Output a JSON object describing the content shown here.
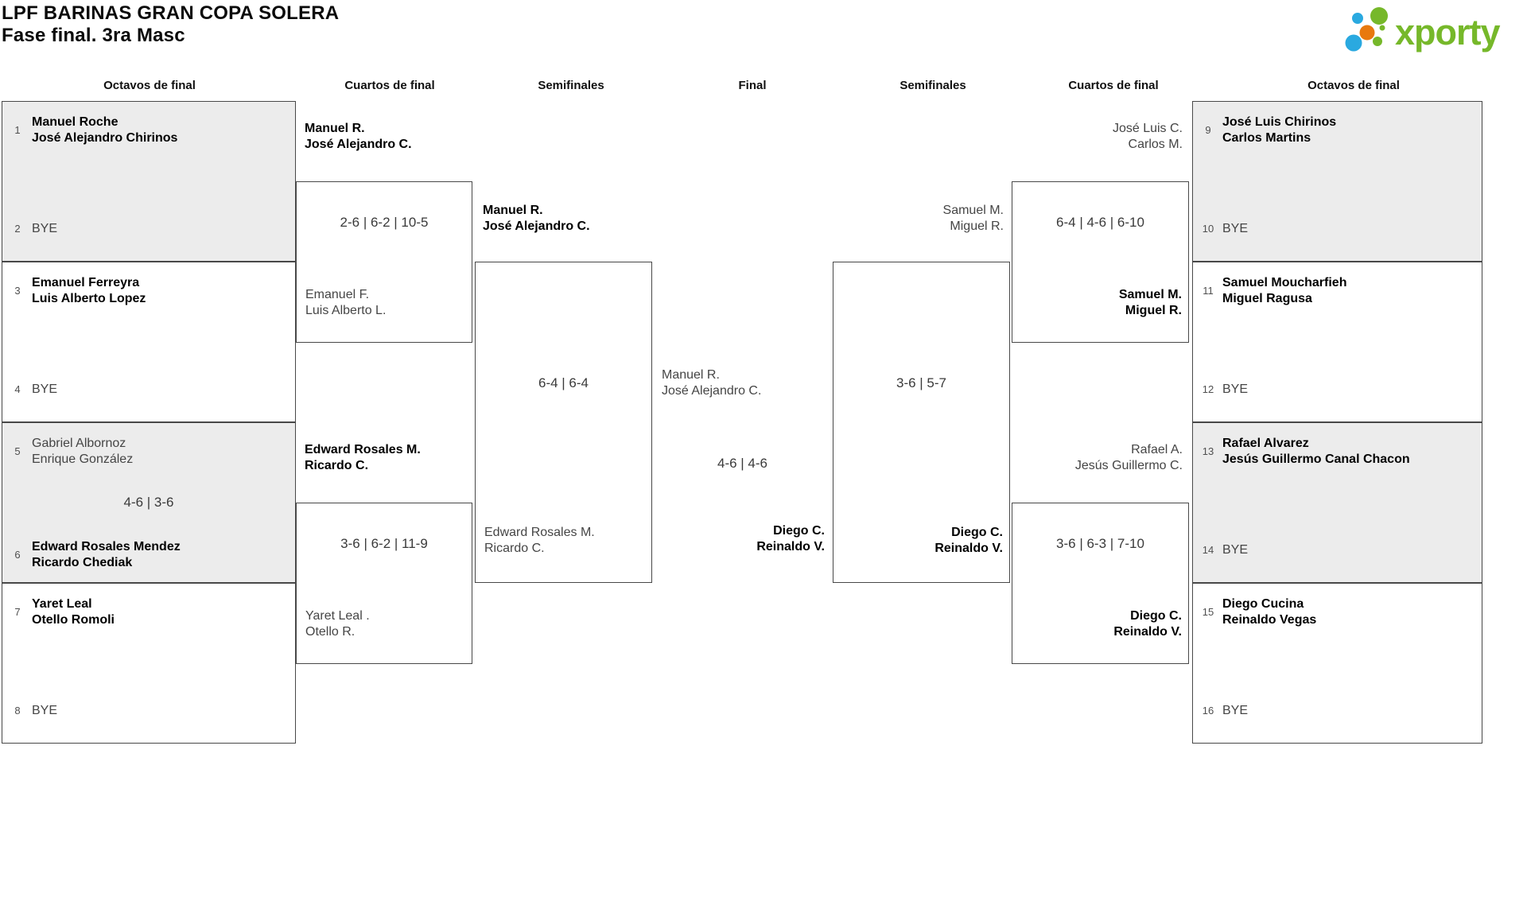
{
  "header": {
    "title": "LPF BARINAS GRAN COPA SOLERA",
    "subtitle": "Fase final. 3ra Masc"
  },
  "logo": {
    "brand": "xporty"
  },
  "round_headers": [
    "Octavos de final",
    "Cuartos de final",
    "Semifinales",
    "Final",
    "Semifinales",
    "Cuartos de final",
    "Octavos de final"
  ],
  "octavos_left": [
    {
      "top": {
        "seed": "1",
        "p1": "Manuel Roche",
        "p2": "José Alejandro Chirinos"
      },
      "bottom": {
        "seed": "2",
        "p1": "BYE"
      }
    },
    {
      "top": {
        "seed": "3",
        "p1": "Emanuel Ferreyra",
        "p2": "Luis Alberto Lopez"
      },
      "bottom": {
        "seed": "4",
        "p1": "BYE"
      }
    },
    {
      "top": {
        "seed": "5",
        "p1": "Gabriel Albornoz",
        "p2": "Enrique González"
      },
      "score": "4-6 | 3-6",
      "bottom": {
        "seed": "6",
        "p1": "Edward Rosales Mendez",
        "p2": "Ricardo Chediak"
      }
    },
    {
      "top": {
        "seed": "7",
        "p1": "Yaret Leal",
        "p2": "Otello Romoli"
      },
      "bottom": {
        "seed": "8",
        "p1": "BYE"
      }
    }
  ],
  "cuartos_left": [
    {
      "winner": {
        "p1": "Manuel R.",
        "p2": "José Alejandro C."
      },
      "score": "2-6 | 6-2 | 10-5",
      "loser": {
        "p1": "Emanuel F.",
        "p2": "Luis Alberto L."
      }
    },
    {
      "winner": {
        "p1": "Edward Rosales M.",
        "p2": "Ricardo C."
      },
      "score": "3-6 | 6-2 | 11-9",
      "loser": {
        "p1": "Yaret Leal .",
        "p2": "Otello R."
      }
    }
  ],
  "semifinal_left": {
    "winner": {
      "p1": "Manuel R.",
      "p2": "José Alejandro C."
    },
    "score": "6-4 | 6-4",
    "loser": {
      "p1": "Edward Rosales M.",
      "p2": "Ricardo C."
    }
  },
  "final": {
    "runner_up": {
      "p1": "Manuel R.",
      "p2": "José Alejandro C."
    },
    "score": "4-6 | 4-6",
    "champion": {
      "p1": "Diego C.",
      "p2": "Reinaldo V."
    }
  },
  "semifinal_right": {
    "loser": {
      "p1": "Samuel M.",
      "p2": "Miguel R."
    },
    "score": "3-6 | 5-7",
    "winner": {
      "p1": "Diego C.",
      "p2": "Reinaldo V."
    }
  },
  "cuartos_right": [
    {
      "loser": {
        "p1": "José Luis C.",
        "p2": "Carlos M."
      },
      "score": "6-4 | 4-6 | 6-10",
      "winner": {
        "p1": "Samuel M.",
        "p2": "Miguel R."
      }
    },
    {
      "loser": {
        "p1": "Rafael A.",
        "p2": "Jesús Guillermo C."
      },
      "score": "3-6 | 6-3 | 7-10",
      "winner": {
        "p1": "Diego C.",
        "p2": "Reinaldo V."
      }
    }
  ],
  "octavos_right": [
    {
      "top": {
        "seed": "9",
        "p1": "José Luis Chirinos",
        "p2": "Carlos Martins"
      },
      "bottom": {
        "seed": "10",
        "p1": "BYE"
      }
    },
    {
      "top": {
        "seed": "11",
        "p1": "Samuel Moucharfieh",
        "p2": "Miguel Ragusa"
      },
      "bottom": {
        "seed": "12",
        "p1": "BYE"
      }
    },
    {
      "top": {
        "seed": "13",
        "p1": "Rafael Alvarez",
        "p2": "Jesús Guillermo Canal Chacon"
      },
      "bottom": {
        "seed": "14",
        "p1": "BYE"
      }
    },
    {
      "top": {
        "seed": "15",
        "p1": "Diego Cucina",
        "p2": "Reinaldo Vegas"
      },
      "bottom": {
        "seed": "16",
        "p1": "BYE"
      }
    }
  ],
  "colors": {
    "accent_green": "#76b82a",
    "accent_blue": "#2aa9e0",
    "accent_orange": "#e8790e",
    "box_grey": "#ececec",
    "border": "#484848"
  }
}
